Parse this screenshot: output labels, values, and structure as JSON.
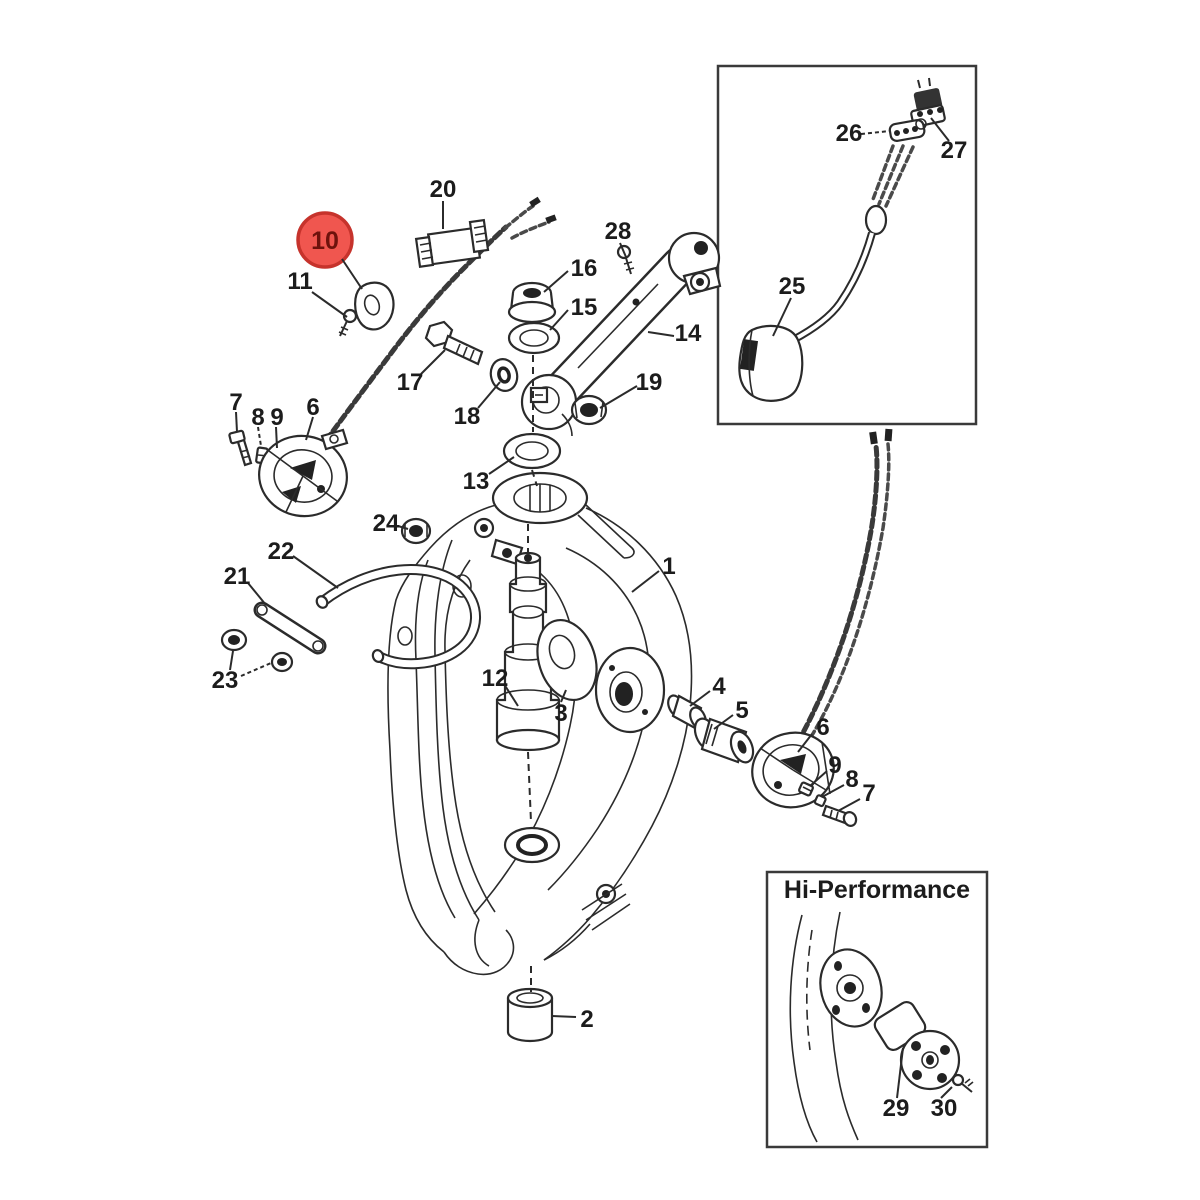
{
  "diagram": {
    "type": "exploded-parts-diagram",
    "subject": "gimbal-ring-steering-assembly",
    "colors": {
      "line": "#2b2b2b",
      "background": "#ffffff",
      "inset_border": "#3a3a3a",
      "highlight_fill": "#f0564f",
      "highlight_stroke": "#c6332c",
      "highlight_text": "#6e120c"
    },
    "highlight": {
      "part_number": "10",
      "shape": "red-circle"
    },
    "insets": {
      "hi_performance": {
        "title": "Hi-Performance"
      }
    },
    "callouts": [
      {
        "id": "part-20",
        "text": "20"
      },
      {
        "id": "part-10-highlighted",
        "text": "10"
      },
      {
        "id": "part-11",
        "text": "11"
      },
      {
        "id": "part-28",
        "text": "28"
      },
      {
        "id": "part-16",
        "text": "16"
      },
      {
        "id": "part-15",
        "text": "15"
      },
      {
        "id": "part-14",
        "text": "14"
      },
      {
        "id": "part-17",
        "text": "17"
      },
      {
        "id": "part-18",
        "text": "18"
      },
      {
        "id": "part-19",
        "text": "19"
      },
      {
        "id": "part-13",
        "text": "13"
      },
      {
        "id": "part-7-left",
        "text": "7"
      },
      {
        "id": "part-8-left",
        "text": "8"
      },
      {
        "id": "part-9-left",
        "text": "9"
      },
      {
        "id": "part-6-left",
        "text": "6"
      },
      {
        "id": "part-24",
        "text": "24"
      },
      {
        "id": "part-22",
        "text": "22"
      },
      {
        "id": "part-21",
        "text": "21"
      },
      {
        "id": "part-23",
        "text": "23"
      },
      {
        "id": "part-1",
        "text": "1"
      },
      {
        "id": "part-12",
        "text": "12"
      },
      {
        "id": "part-3",
        "text": "3"
      },
      {
        "id": "part-2",
        "text": "2"
      },
      {
        "id": "part-4",
        "text": "4"
      },
      {
        "id": "part-5",
        "text": "5"
      },
      {
        "id": "part-6-right",
        "text": "6"
      },
      {
        "id": "part-9-right",
        "text": "9"
      },
      {
        "id": "part-8-right",
        "text": "8"
      },
      {
        "id": "part-7-right",
        "text": "7"
      },
      {
        "id": "part-25",
        "text": "25"
      },
      {
        "id": "part-26",
        "text": "26"
      },
      {
        "id": "part-27",
        "text": "27"
      },
      {
        "id": "part-29",
        "text": "29"
      },
      {
        "id": "part-30",
        "text": "30"
      }
    ]
  }
}
